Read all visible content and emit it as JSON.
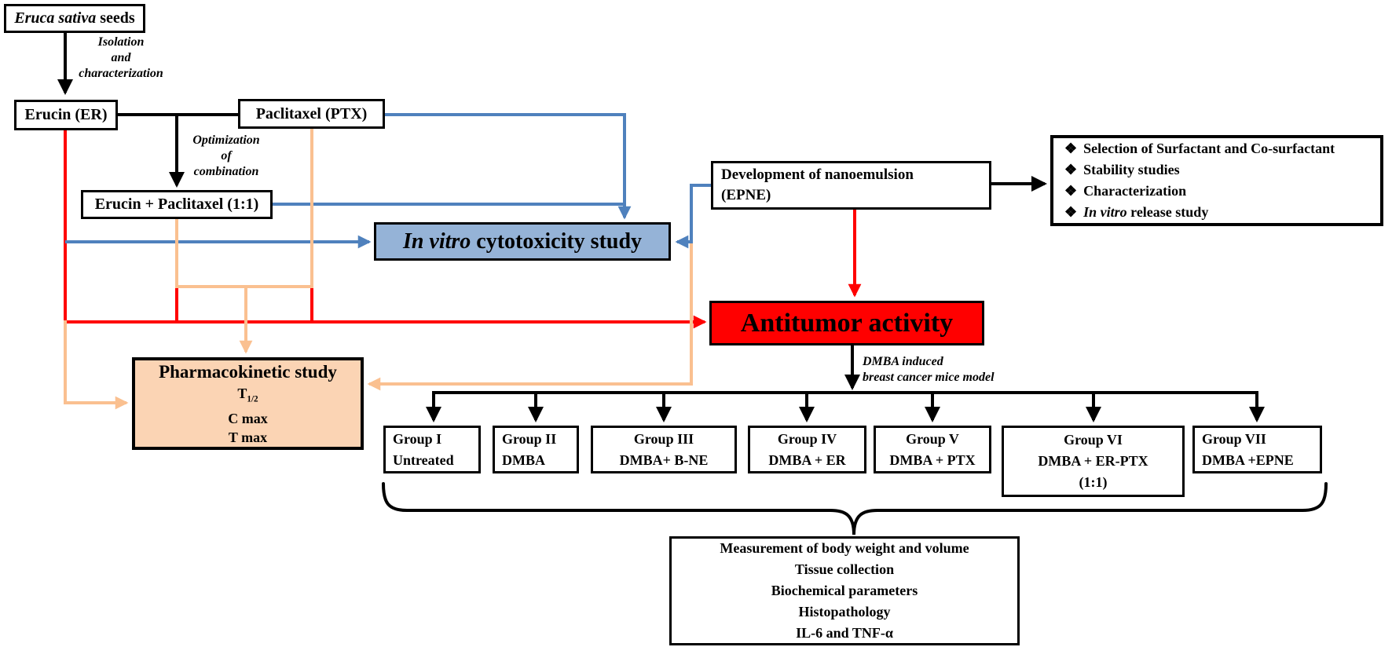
{
  "seeds": {
    "italic": "Eruca sativa",
    "rest": " seeds"
  },
  "erucin": {
    "label": "Erucin (ER)"
  },
  "paclitaxel": {
    "label": "Paclitaxel (PTX)"
  },
  "combo": {
    "label": "Erucin + Paclitaxel (1:1)"
  },
  "cytotox": {
    "italic": "In vitro",
    "rest": " cytotoxicity study"
  },
  "epne": {
    "line1": "Development of nanoemulsion",
    "line2": "(EPNE)"
  },
  "nano_details": {
    "bullet": "❖",
    "item1": "Selection of Surfactant and Co-surfactant",
    "item2": "Stability studies",
    "item3": "Characterization",
    "item4_italic": "In vitro",
    "item4_rest": " release study"
  },
  "antitumor": {
    "label": "Antitumor activity"
  },
  "pk": {
    "title": "Pharmacokinetic study",
    "t_base": "T",
    "t_sub": "1/2",
    "c_max": "C max",
    "t_max": "T max"
  },
  "labels": {
    "isolation_1": "Isolation",
    "isolation_2": "and",
    "isolation_3": "characterization",
    "opt_1": "Optimization",
    "opt_2": "of",
    "opt_3": "combination",
    "dmba_1": "DMBA induced",
    "dmba_2": "breast cancer mice model"
  },
  "groups": [
    {
      "name": "Group I",
      "treatment": "Untreated"
    },
    {
      "name": "Group II",
      "treatment": "DMBA"
    },
    {
      "name": "Group III",
      "treatment": "DMBA+ B-NE"
    },
    {
      "name": "Group IV",
      "treatment": "DMBA + ER"
    },
    {
      "name": "Group V",
      "treatment": "DMBA + PTX"
    },
    {
      "name": "Group VI",
      "treatment": "DMBA + ER-PTX",
      "extra": "(1:1)"
    },
    {
      "name": "Group VII",
      "treatment": "DMBA +EPNE"
    }
  ],
  "outcomes": {
    "line1": "Measurement of body weight and volume",
    "line2": "Tissue collection",
    "line3": "Biochemical parameters",
    "line4": "Histopathology",
    "line5": "IL-6 and TNF-α"
  },
  "colors": {
    "line_blue": "#4F81BD",
    "fill_blue": "#95B3D7",
    "line_red": "#FF0000",
    "fill_red": "#FF0000",
    "line_orange": "#FAC090",
    "fill_peach": "#FBD4B4",
    "line_black": "#000000"
  }
}
